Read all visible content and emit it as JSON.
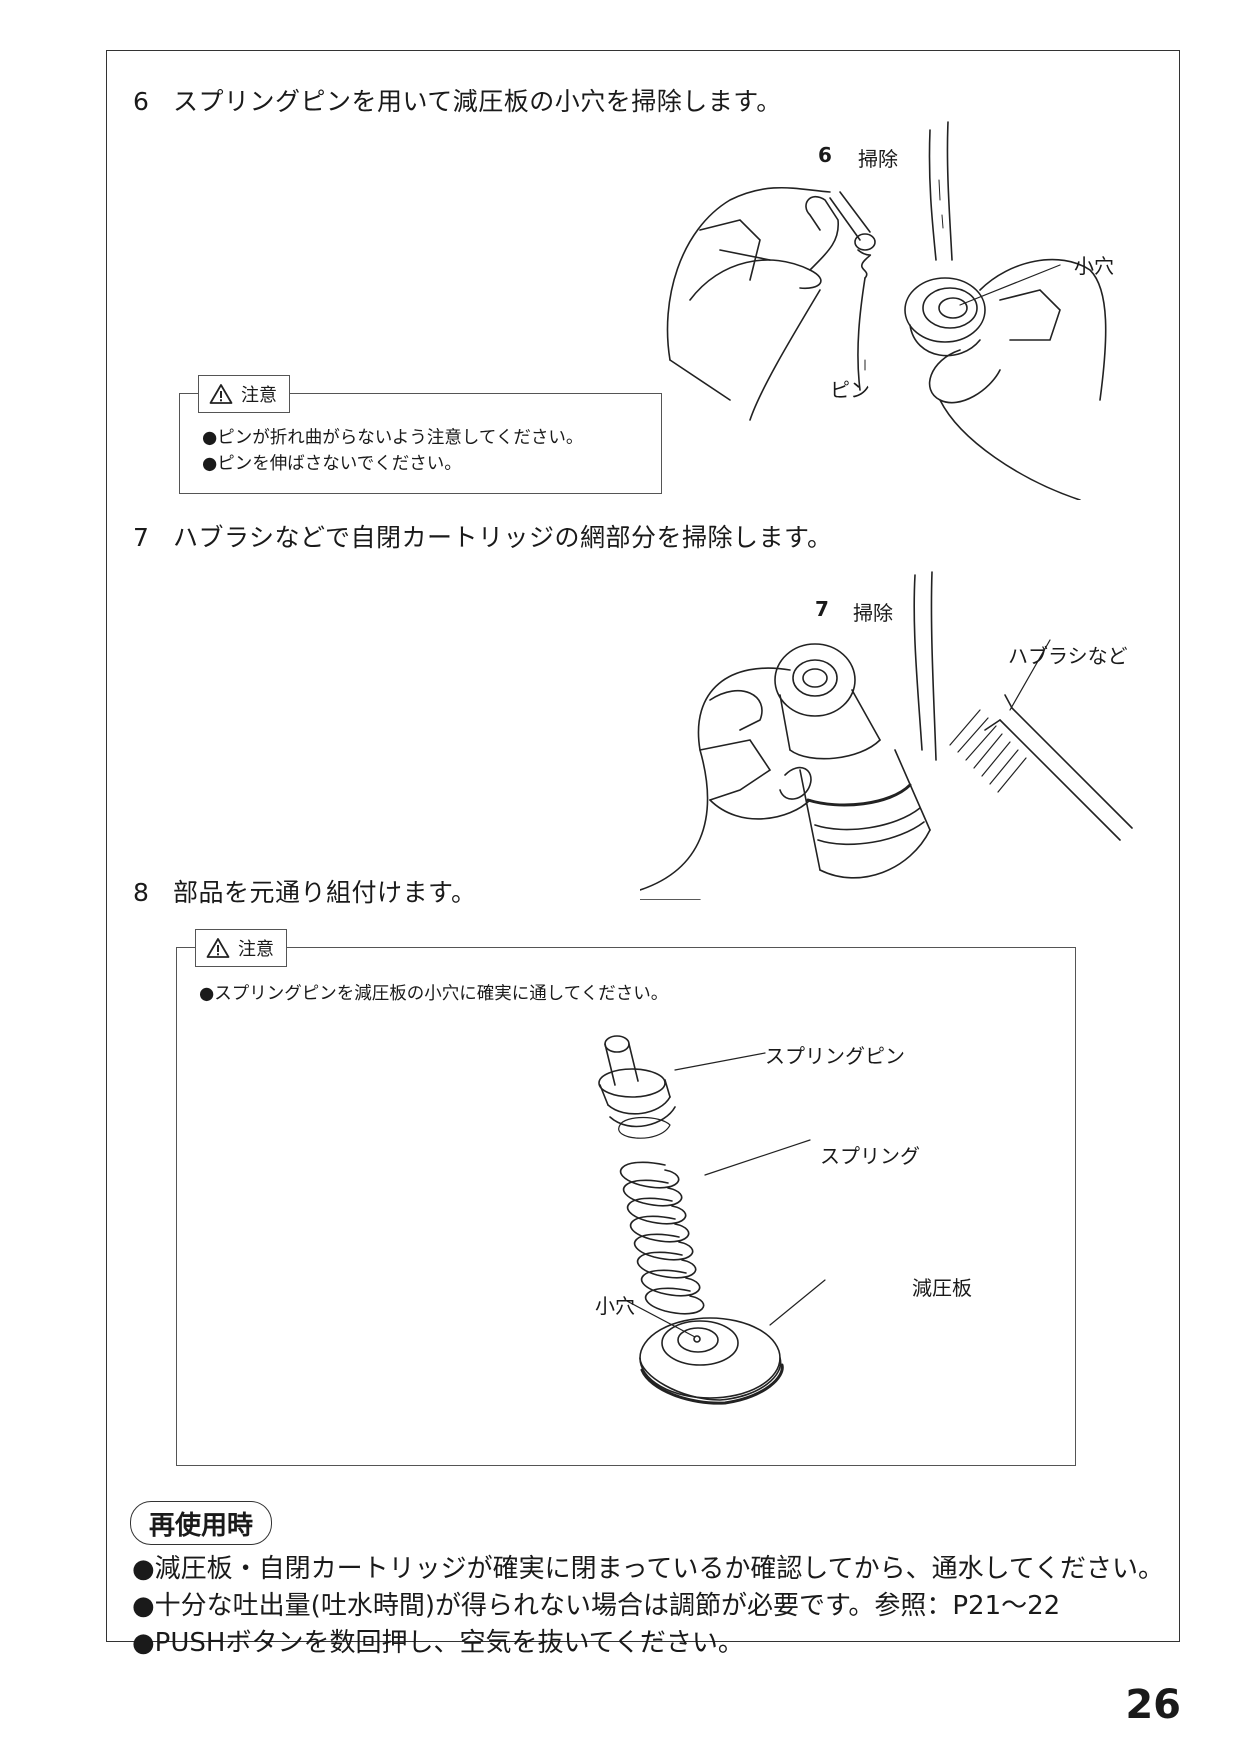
{
  "steps": {
    "s6": {
      "num": "6",
      "text": "スプリングピンを用いて減圧板の小穴を掃除します。"
    },
    "s7": {
      "num": "7",
      "text": "ハブラシなどで自閉カートリッジの網部分を掃除します。"
    },
    "s8": {
      "num": "8",
      "text": "部品を元通り組付けます。"
    }
  },
  "caution1": {
    "title": "注意",
    "items": [
      "●ピンが折れ曲がらないよう注意してください。",
      "●ピンを伸ばさないでください。"
    ]
  },
  "caution2": {
    "title": "注意",
    "items": [
      "●スプリングピンを減圧板の小穴に確実に通してください。"
    ]
  },
  "illus6": {
    "step_label": "6",
    "action": "掃除",
    "hole": "小穴",
    "pin": "ピン"
  },
  "illus7": {
    "step_label": "7",
    "action": "掃除",
    "brush": "ハブラシなど"
  },
  "illus8": {
    "spring_pin": "スプリングピン",
    "spring": "スプリング",
    "hole": "小穴",
    "plate": "減圧板"
  },
  "reuse": {
    "title": "再使用時",
    "items": [
      "●減圧板・自閉カートリッジが確実に閉まっているか確認してから、通水してください。",
      "●十分な吐出量(吐水時間)が得られない場合は調節が必要です。参照：P21〜22",
      "●PUSHボタンを数回押し、空気を抜いてください。"
    ]
  },
  "page_number": "26",
  "icons": {
    "caution": "warning-triangle-icon"
  }
}
